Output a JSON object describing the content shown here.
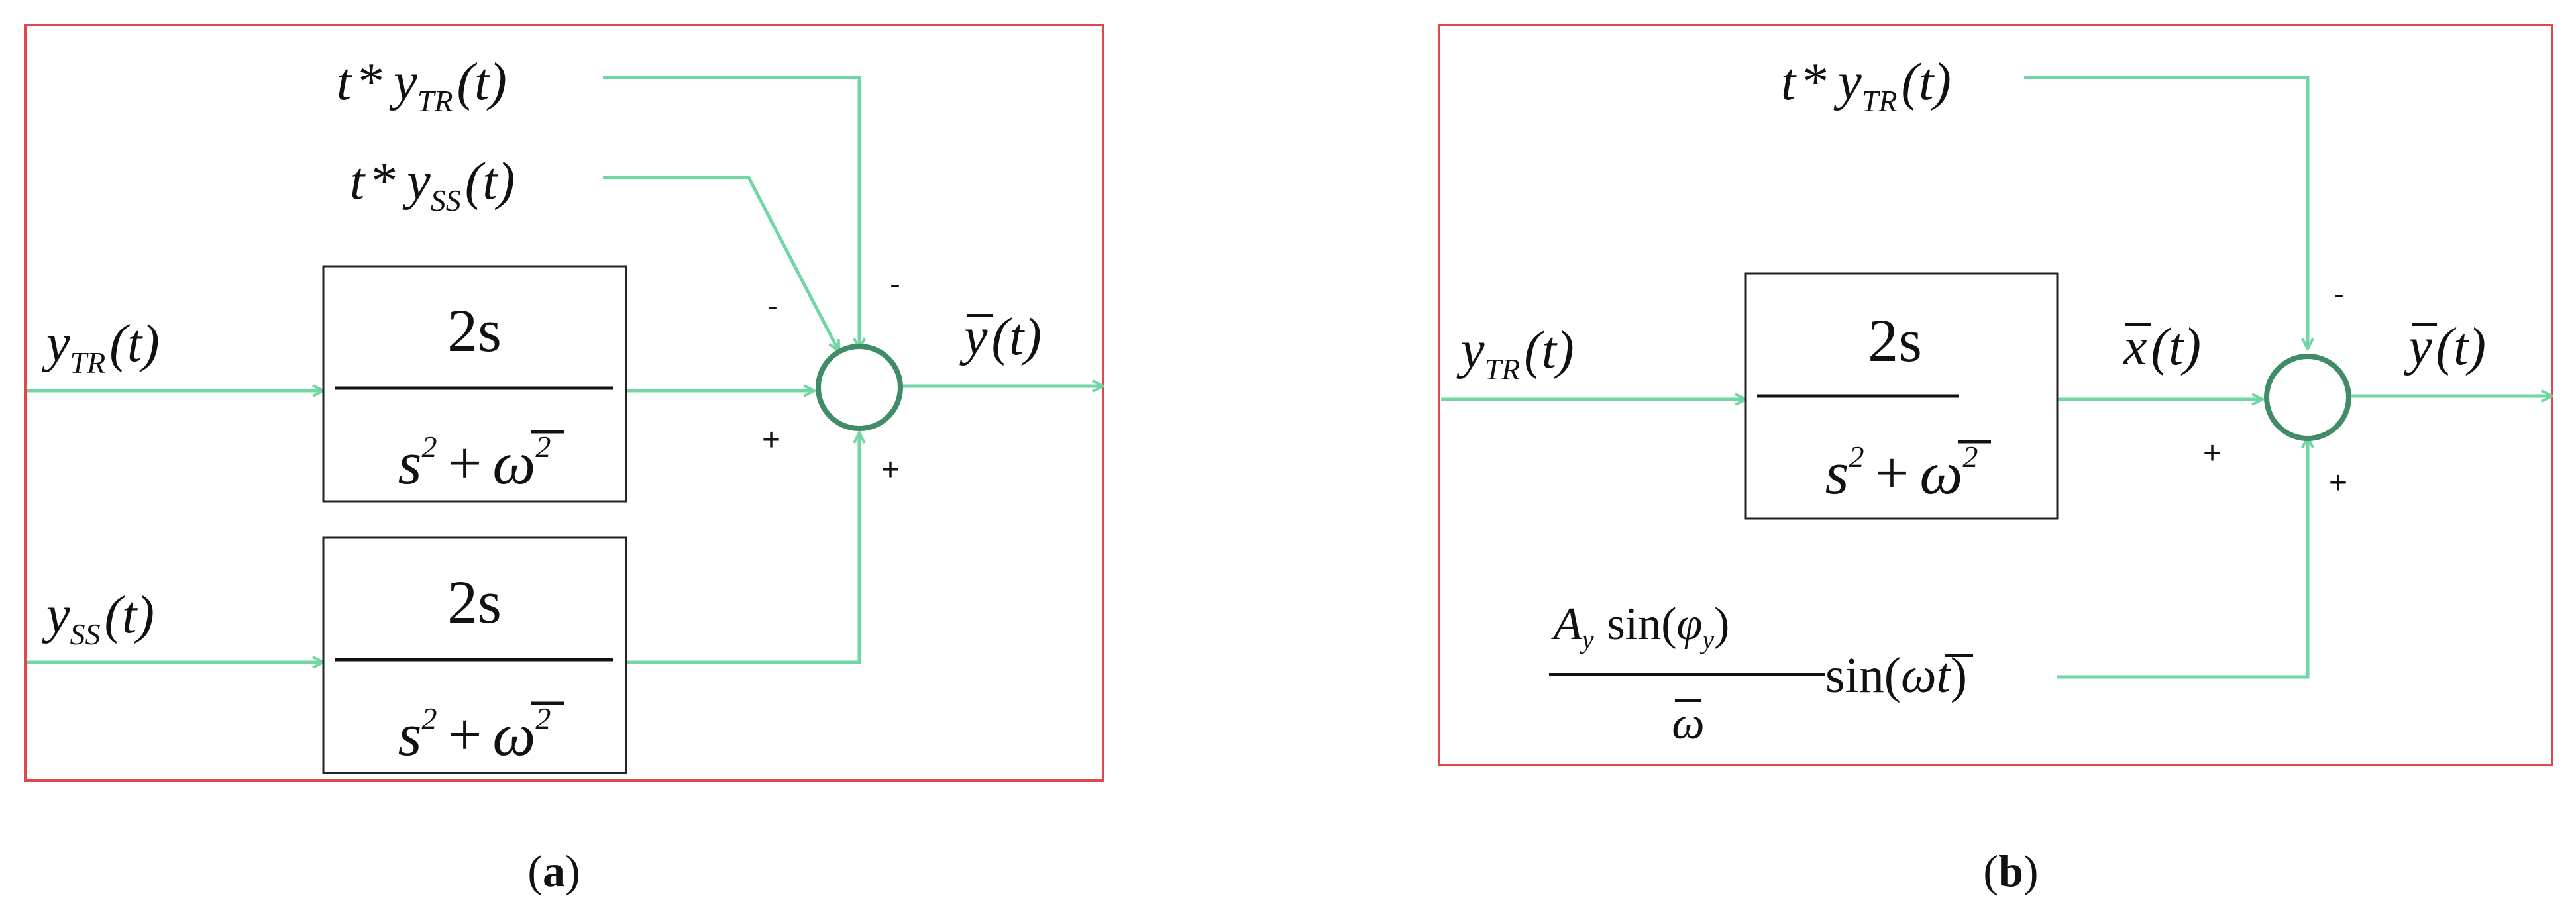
{
  "panels": [
    {
      "id": "a",
      "caption_letter": "a",
      "inputs": {
        "t_ytr": {
          "t": "t",
          "star": "*",
          "y": "y",
          "sub": "TR",
          "arg": "(t)"
        },
        "t_yss": {
          "t": "t",
          "star": "*",
          "y": "y",
          "sub": "SS",
          "arg": "(t)"
        },
        "ytr": {
          "y": "y",
          "sub": "TR",
          "arg": "(t)"
        },
        "yss": {
          "y": "y",
          "sub": "SS",
          "arg": "(t)"
        }
      },
      "blocks": [
        {
          "numerator": "2s",
          "den_s": "s",
          "den_exp": "2",
          "den_plus": "+",
          "den_omega": "ω",
          "den_omega_exp": "2"
        },
        {
          "numerator": "2s",
          "den_s": "s",
          "den_exp": "2",
          "den_plus": "+",
          "den_omega": "ω",
          "den_omega_exp": "2"
        }
      ],
      "signs": {
        "top_left": "-",
        "top_right": "-",
        "left": "+",
        "bottom": "+"
      },
      "output": {
        "y": "y",
        "arg": "(t)"
      }
    },
    {
      "id": "b",
      "caption_letter": "b",
      "inputs": {
        "t_ytr": {
          "t": "t",
          "star": "*",
          "y": "y",
          "sub": "TR",
          "arg": "(t)"
        },
        "ytr": {
          "y": "y",
          "sub": "TR",
          "arg": "(t)"
        }
      },
      "blocks": [
        {
          "numerator": "2s",
          "den_s": "s",
          "den_exp": "2",
          "den_plus": "+",
          "den_omega": "ω",
          "den_omega_exp": "2"
        }
      ],
      "intermediate": {
        "x": "x",
        "arg": "(t)"
      },
      "sine_term": {
        "num_A": "A",
        "num_A_sub": "y",
        "num_sin": "sin(",
        "num_phi": "φ",
        "num_phi_sub": "y",
        "num_close": ")",
        "den_omega": "ω",
        "tail_sin": "sin(",
        "tail_omega": "ω",
        "tail_t": "t",
        "tail_close": ")"
      },
      "signs": {
        "top": "-",
        "left": "+",
        "bottom": "+"
      },
      "output": {
        "y": "y",
        "arg": "(t)"
      }
    }
  ],
  "colors": {
    "frame": "#e0474c",
    "signal": "#6fd6a4",
    "junction": "#3f8c66",
    "block_border": "#222222"
  },
  "caption_paren_open": "(",
  "caption_paren_close": ")"
}
